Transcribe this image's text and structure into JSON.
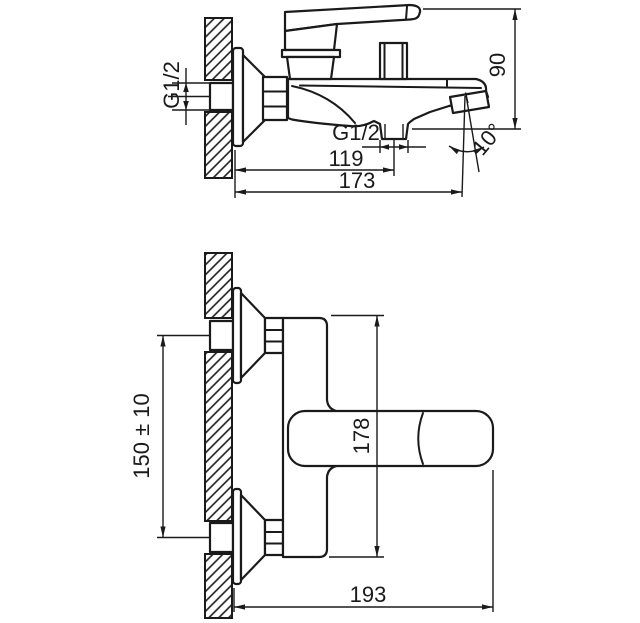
{
  "labels": {
    "side_inlet_thread": "G1/2",
    "side_spout_height": "90",
    "side_spray_angle": "10°",
    "side_shower_thread": "G1/2",
    "side_shower_depth": "119",
    "side_spout_depth": "173",
    "front_inlet_spacing": "150 ± 10",
    "front_body_height": "178",
    "front_total_width": "193"
  },
  "colors": {
    "line_color": "#1a1a1a",
    "background": "#ffffff"
  }
}
